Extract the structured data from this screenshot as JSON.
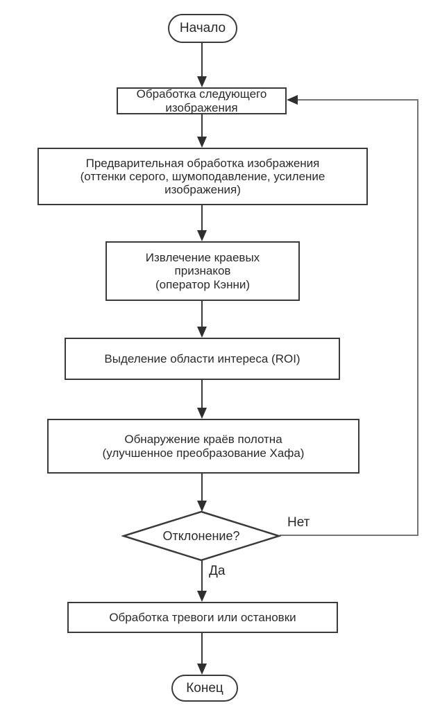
{
  "flowchart": {
    "nodes": {
      "start": {
        "label": "Начало",
        "type": "terminator"
      },
      "process_next": {
        "label": "Обработка следующего\nизображения",
        "type": "process"
      },
      "preprocess": {
        "label": "Предварительная обработка изображения\n(оттенки серого, шумоподавление, усиление\nизображения)",
        "type": "process"
      },
      "edge_extract": {
        "label": "Извлечение краевых\nпризнаков\n(оператор Кэнни)",
        "type": "process"
      },
      "roi": {
        "label": "Выделение области интереса (ROI)",
        "type": "process"
      },
      "belt_edge": {
        "label": "Обнаружение краёв полотна\n(улучшенное преобразование Хафа)",
        "type": "process"
      },
      "decision": {
        "label": "Отклонение?",
        "type": "decision"
      },
      "alarm": {
        "label": "Обработка тревоги или остановки",
        "type": "process"
      },
      "end": {
        "label": "Конец",
        "type": "terminator"
      }
    },
    "edge_labels": {
      "yes": "Да",
      "no": "Нет"
    },
    "colors": {
      "line": "#3a3a3a",
      "loop_line": "#757575",
      "border": "#3a3a3a",
      "fill": "#ffffff",
      "text": "#2a2a2a",
      "background": "#ffffff"
    }
  }
}
